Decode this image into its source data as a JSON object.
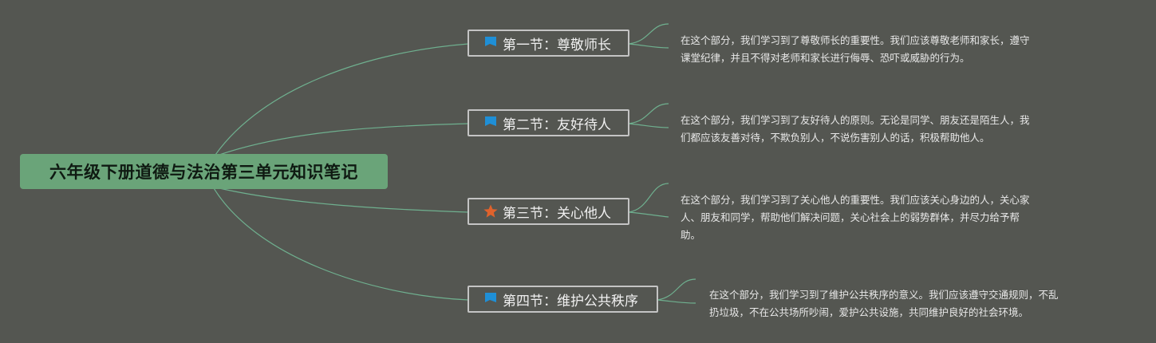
{
  "root": {
    "title": "六年级下册道德与法治第三单元知识笔记"
  },
  "sections": [
    {
      "title": "第一节：尊敬师长",
      "icon": "blue-flag-icon",
      "note_lines": [
        "在这个部分，我们学习到了尊敬师长的重要性。我们应该尊敬老师和家长，遵守",
        "课堂纪律，并且不得对老师和家长进行侮辱、恐吓或威胁的行为。"
      ]
    },
    {
      "title": "第二节：友好待人",
      "icon": "blue-flag-icon",
      "note_lines": [
        "在这个部分，我们学习到了友好待人的原则。无论是同学、朋友还是陌生人，我",
        "们都应该友善对待，不欺负别人，不说伤害别人的话，积极帮助他人。"
      ]
    },
    {
      "title": "第三节：关心他人",
      "icon": "orange-star-icon",
      "note_lines": [
        "在这个部分，我们学习到了关心他人的重要性。我们应该关心身边的人，关心家",
        "人、朋友和同学，帮助他们解决问题，关心社会上的弱势群体，并尽力给予帮",
        "助。"
      ]
    },
    {
      "title": "第四节：维护公共秩序",
      "icon": "blue-flag-icon",
      "note_lines": [
        "在这个部分，我们学习到了维护公共秩序的意义。我们应该遵守交通规则，不乱",
        "扔垃圾，不在公共场所吵闹，爱护公共设施，共同维护良好的社会环境。"
      ]
    }
  ],
  "colors": {
    "background": "#545651",
    "root_fill": "#6aa479",
    "connector": "#6fb08f",
    "topic_border": "#c4c4c4",
    "flag": "#1f8fd6",
    "star": "#e0622c"
  }
}
